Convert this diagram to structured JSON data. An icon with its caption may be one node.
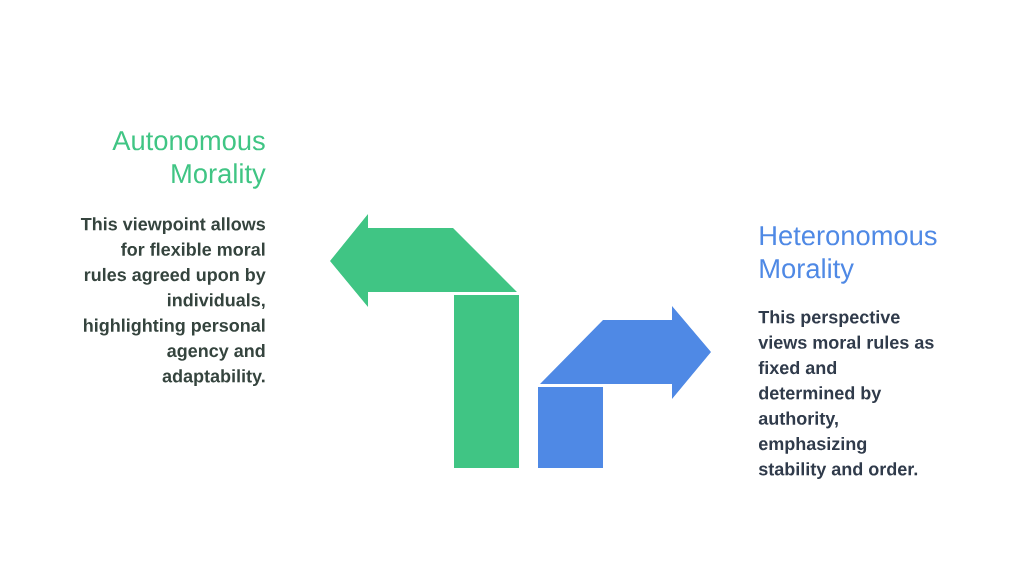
{
  "diagram": {
    "labels": [
      "Autonomous Morality",
      "This viewpoint allows for flexible moral rules agreed upon by individuals, highlighting personal agency and adaptability.",
      "Heteronomous Morality",
      "This perspective views moral rules as fixed and determined by authority, emphasizing stability and order."
    ]
  }
}
